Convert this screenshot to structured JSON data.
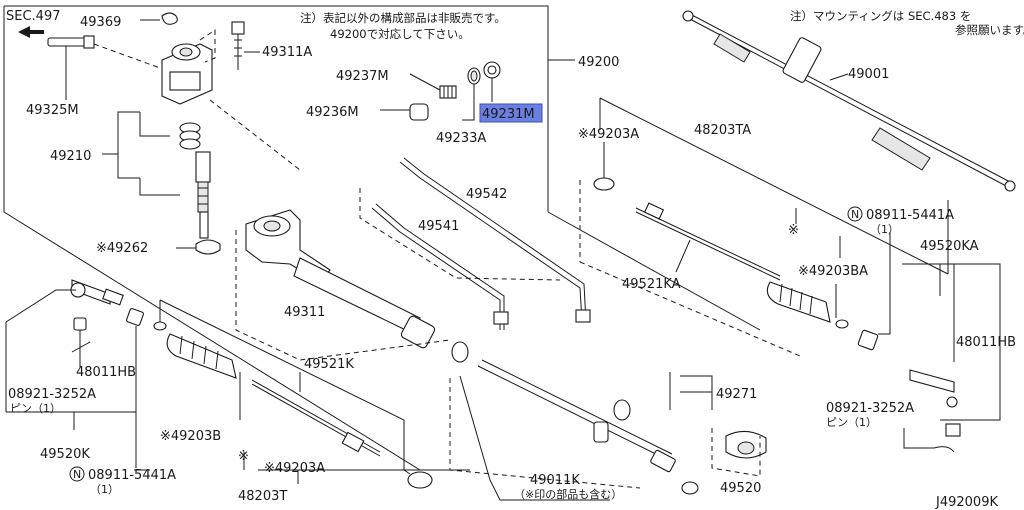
{
  "diagram_code": "J492009K",
  "notes": {
    "top_center_line1": "注）表記以外の構成部品は非販売です。",
    "top_center_line2": "49200で対応して下さい。",
    "top_right_line1": "注）マウンティングは SEC.483 を",
    "top_right_line2": "参照願います。",
    "bottom_center": "（※印の部品も含む）"
  },
  "section_ref": "SEC.497",
  "labels": {
    "p49369": "49369",
    "p49311A": "49311A",
    "p49325M": "49325M",
    "p49237M": "49237M",
    "p49200": "49200",
    "p49236M": "49236M",
    "p49231M": "49231M",
    "p49233A": "49233A",
    "p49210": "49210",
    "p49001": "49001",
    "p49203A_top": "※49203A",
    "p48203TA": "48203TA",
    "p49542": "49542",
    "p49541": "49541",
    "p08911_right": "08911-5441A",
    "p08911_right_qty": "（1）",
    "p49262": "※49262",
    "p49520KA": "49520KA",
    "p49521KA": "49521KA",
    "p49203BA": "※49203BA",
    "p49311": "49311",
    "p48011HB_right": "48011HB",
    "p48011HB_left": "48011HB",
    "p08921_left": "08921-3252A",
    "p08921_left_pin": "ピン（1）",
    "p49521K": "49521K",
    "p49271": "49271",
    "p08921_right": "08921-3252A",
    "p08921_right_pin": "ピン（1）",
    "p49203B": "※49203B",
    "p49520K": "49520K",
    "p08911_left": "08911-5441A",
    "p08911_left_qty": "（1）",
    "p49203A_bottom": "※49203A",
    "p49011K": "49011K",
    "p49520": "49520",
    "p48203T": "48203T",
    "star_mid": "※",
    "star_bottom": "※",
    "circle_n": "N"
  },
  "colors": {
    "highlight": "#6b7fe0",
    "line": "#1a1a1a"
  }
}
